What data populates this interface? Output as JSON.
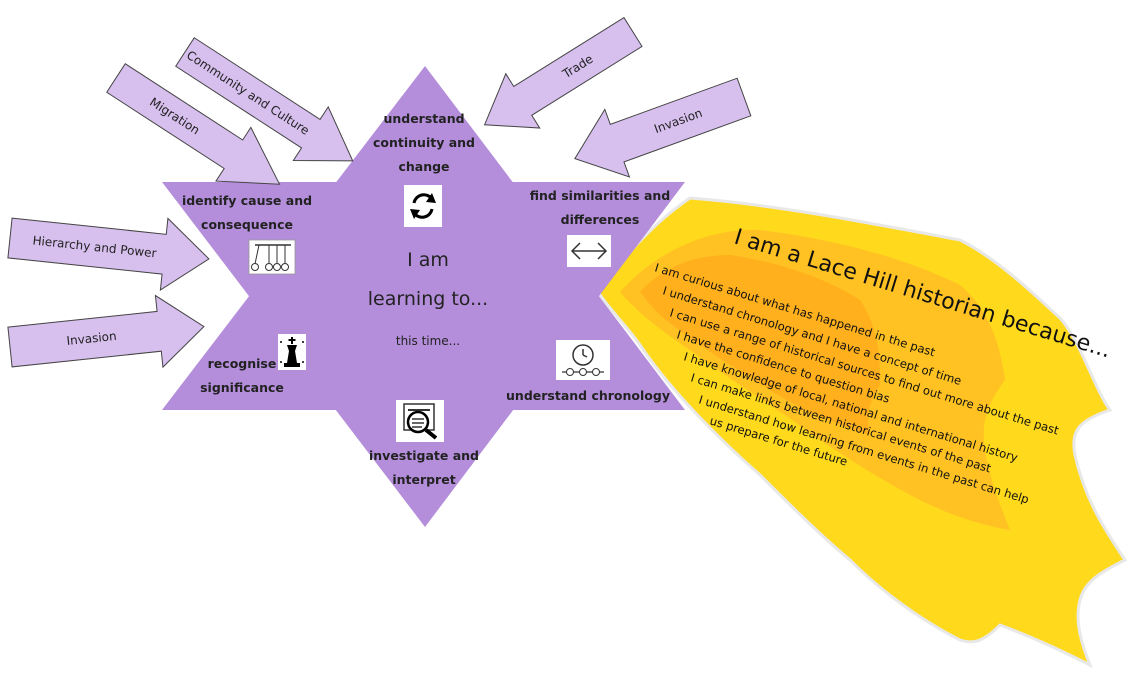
{
  "arrows": [
    {
      "label": "Community and Culture"
    },
    {
      "label": "Migration"
    },
    {
      "label": "Hierarchy and Power"
    },
    {
      "label": "Invasion"
    },
    {
      "label": "Trade"
    },
    {
      "label": "Invasion"
    }
  ],
  "star": {
    "top_line1": "understand",
    "top_line2": "continuity and",
    "top_line3": "change",
    "upper_left_line1": "identify cause and",
    "upper_left_line2": "consequence",
    "upper_right_line1": "find similarities and",
    "upper_right_line2": "differences",
    "lower_left_line1": "recognise",
    "lower_left_line2": "significance",
    "lower_right": "understand chronology",
    "bottom_line1": "investigate and",
    "bottom_line2": "interpret",
    "center_line1": "I am",
    "center_line2": "learning to...",
    "center_small": "this time..."
  },
  "icons": [
    "cycle-arrows-icon",
    "newtons-cradle-icon",
    "double-arrow-icon",
    "chess-king-icon",
    "clock-timeline-icon",
    "magnifying-glass-icon"
  ],
  "comet": {
    "title": "I am a Lace Hill historian because...",
    "lines": [
      "I am curious about what has happened in the past",
      "I understand chronology and I have a concept of time",
      "I can use a range of historical sources to find out more about the past",
      "I have the confidence to question bias",
      "I have knowledge of local, national and international history",
      "I can make links between historical events of the past",
      "I understand how learning from events in the past can help",
      "us prepare for the future"
    ]
  },
  "colors": {
    "star_fill": "#b48edb",
    "arrow_fill": "#d7bfee",
    "comet_outer": "#ffd91c",
    "comet_mid": "#ffc222",
    "comet_inner": "#ffb01c"
  }
}
